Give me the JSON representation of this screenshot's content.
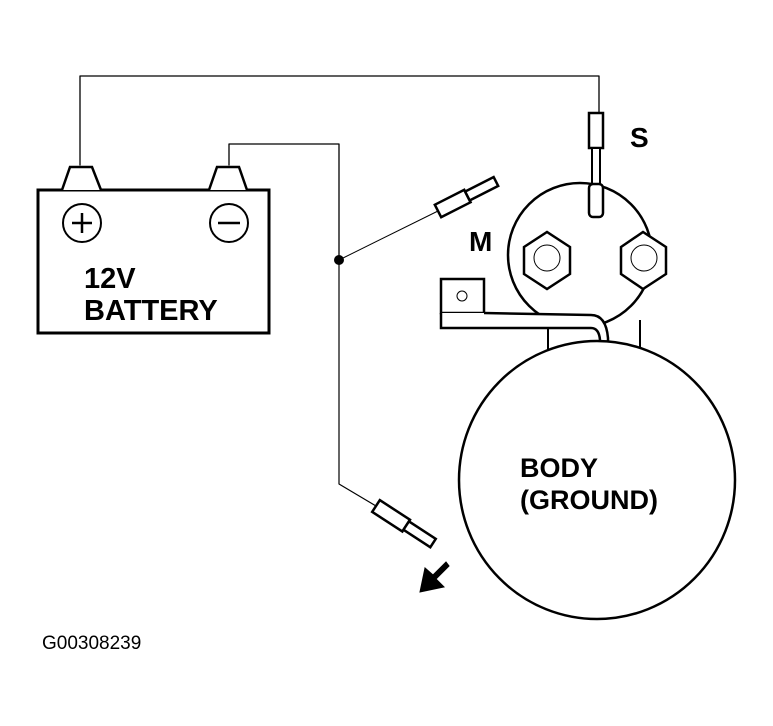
{
  "diagram": {
    "type": "wiring-test-diagram",
    "battery": {
      "voltage_label": "12V",
      "name_label": "BATTERY",
      "positive_symbol": "+",
      "negative_symbol": "−"
    },
    "starter": {
      "terminal_s_label": "S",
      "terminal_m_label": "M",
      "body_label_line1": "BODY",
      "body_label_line2": "(GROUND)"
    },
    "connections": [
      {
        "from": "battery-positive",
        "to": "starter-terminal-s"
      },
      {
        "from": "battery-negative",
        "to": "junction"
      },
      {
        "from": "junction",
        "to": "test-lead-to-terminal-m"
      },
      {
        "from": "junction",
        "to": "test-lead-to-ground"
      }
    ],
    "arrow": "points-down-left",
    "figure_code": "G00308239",
    "line_color": "#000000",
    "background_color": "#ffffff"
  }
}
